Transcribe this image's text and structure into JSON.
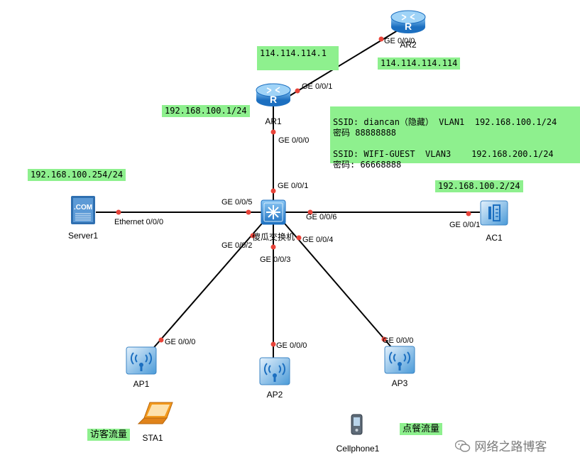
{
  "nodes": {
    "ar2": "AR2",
    "ar1": "AR1",
    "switch": "傻瓜交换机",
    "server1": "Server1",
    "ac1": "AC1",
    "ap1": "AP1",
    "ap2": "AP2",
    "ap3": "AP3",
    "sta1": "STA1",
    "cellphone1": "Cellphone1"
  },
  "icons": {
    "router": "router-icon",
    "switch": "switch-icon",
    "server": "server-icon",
    "ac": "access-controller-icon",
    "ap": "wireless-ap-icon",
    "laptop": "laptop-icon",
    "phone": "cellphone-icon"
  },
  "server_badge": ".COM",
  "ports": {
    "ar2_ge000": "GE 0/0/0",
    "ar1_ge001": "GE 0/0/1",
    "ar1_ge000": "GE 0/0/0",
    "sw_ge001": "GE 0/0/1",
    "sw_ge005": "GE 0/0/5",
    "server_eth": "Ethernet 0/0/0",
    "sw_ge006": "GE 0/0/6",
    "ac_ge001": "GE 0/0/1",
    "sw_ge002": "GE 0/0/2",
    "sw_ge004": "GE 0/0/4",
    "sw_ge003": "GE 0/0/3",
    "ap1_ge000": "GE 0/0/0",
    "ap2_ge000": "GE 0/0/0",
    "ap3_ge000": "GE 0/0/0"
  },
  "notes": {
    "ar1_wan_ip": "114.114.114.1",
    "ar2_ip": "114.114.114.114",
    "ar1_lan_ip": "192.168.100.1/24",
    "server_ip": "192.168.100.254/24",
    "ac_ip": "192.168.100.2/24",
    "ssid_line1": "SSID: diancan（隐藏） VLAN1  192.168.100.1/24",
    "ssid_line2": "密码 88888888",
    "ssid_line3": "SSID: WIFI-GUEST  VLAN3    192.168.200.1/24",
    "ssid_line4": "密码: 66668888",
    "guest_traffic": "访客流量",
    "order_traffic": "点餐流量"
  },
  "watermark": "网络之路博客",
  "colors": {
    "note_bg": "#8ef08e",
    "port_dot": "#e8443a",
    "link": "#000000",
    "device_blue": "#2f86d6"
  }
}
